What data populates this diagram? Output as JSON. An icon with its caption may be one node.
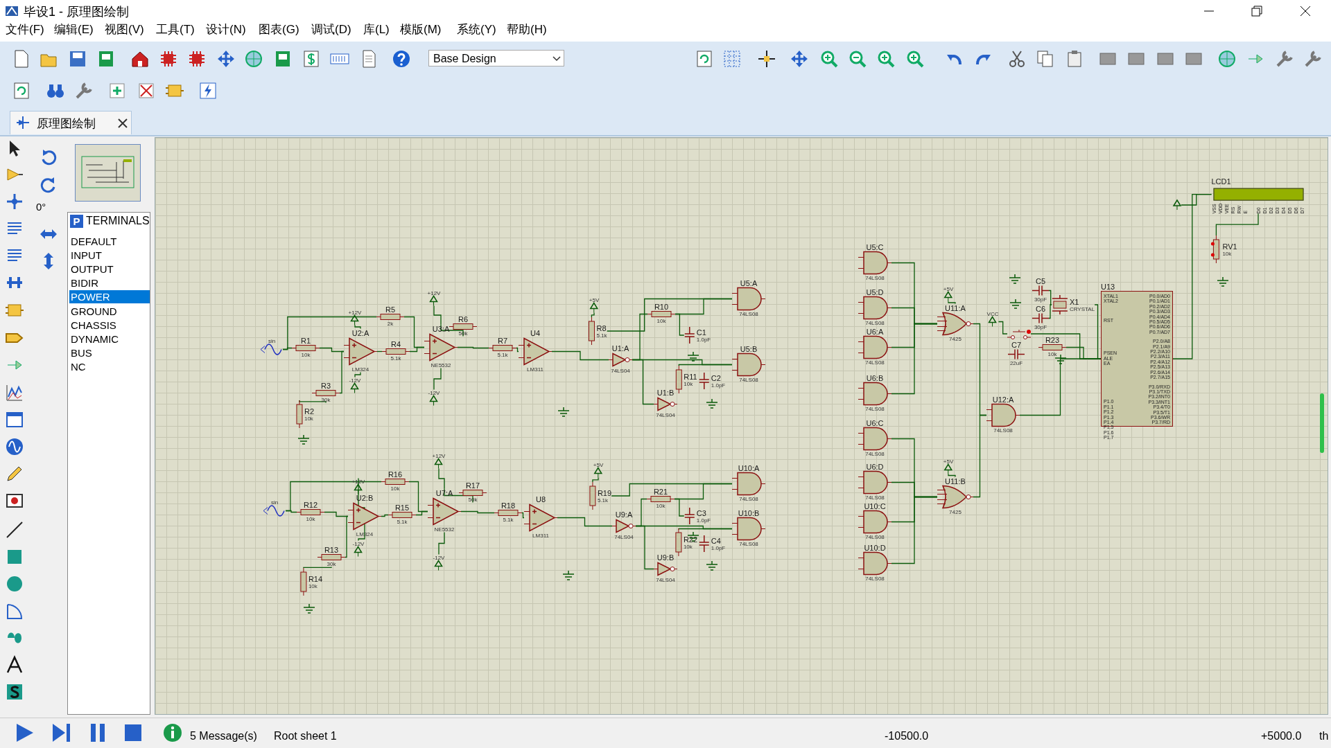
{
  "diagram": {
    "nodes": [
      {
        "text": [
          "sin"
        ]
      },
      {
        "text": [
          "R1",
          "10k"
        ]
      },
      {
        "text": [
          "+12V"
        ]
      },
      {
        "text": [
          "U2:A",
          "LM324"
        ]
      },
      {
        "text": [
          "-12V"
        ]
      },
      {
        "text": [
          "R5",
          "2k"
        ]
      },
      {
        "text": [
          "R4",
          "5.1k"
        ]
      },
      {
        "text": [
          "R3",
          "30k"
        ]
      },
      {
        "text": [
          "R2",
          "10k"
        ]
      },
      {
        "text": [
          "+12V"
        ]
      },
      {
        "text": [
          "U3:A",
          "NE5532"
        ]
      },
      {
        "text": [
          "-12V"
        ]
      },
      {
        "text": [
          "R6",
          "50k"
        ]
      },
      {
        "text": [
          "R7",
          "5.1k"
        ]
      },
      {
        "text": [
          "U4",
          "LM311"
        ]
      },
      {
        "text": [
          "+5V"
        ]
      },
      {
        "text": [
          "R8",
          "5.1k"
        ]
      },
      {
        "text": [
          "U1:A",
          "74LS04"
        ]
      },
      {
        "text": [
          "R10",
          "10k"
        ]
      },
      {
        "text": [
          "C1",
          "1.0pF"
        ]
      },
      {
        "text": [
          "U5:A",
          "74LS08"
        ]
      },
      {
        "text": [
          "U5:B",
          "74LS08"
        ]
      },
      {
        "text": [
          "R11",
          "10k"
        ]
      },
      {
        "text": [
          "C2",
          "1.0pF"
        ]
      },
      {
        "text": [
          "U1:B",
          "74LS04"
        ]
      },
      {
        "text": [
          "U5:C",
          "74LS08"
        ]
      },
      {
        "text": [
          "U5:D",
          "74LS08"
        ]
      },
      {
        "text": [
          "U6:A",
          "74LS08"
        ]
      },
      {
        "text": [
          "+5V"
        ]
      },
      {
        "text": [
          "U11:A",
          "7425"
        ]
      },
      {
        "text": [
          "U6:B",
          "74LS08"
        ]
      },
      {
        "text": [
          "U6:C",
          "74LS08"
        ]
      },
      {
        "text": [
          "U12:A",
          "74LS08"
        ]
      },
      {
        "text": [
          "U6:D",
          "74LS08"
        ]
      },
      {
        "text": [
          "+5V"
        ]
      },
      {
        "text": [
          "U11:B",
          "7425"
        ]
      },
      {
        "text": [
          "U10:C",
          "74LS08"
        ]
      },
      {
        "text": [
          "U10:D",
          "74LS08"
        ]
      },
      {
        "text": [
          "sin"
        ]
      },
      {
        "text": [
          "R16",
          "10k"
        ]
      },
      {
        "text": [
          "+12V"
        ]
      },
      {
        "text": [
          "R12",
          "10k"
        ]
      },
      {
        "text": [
          "U2:B",
          "LM324"
        ]
      },
      {
        "text": [
          "-12V"
        ]
      },
      {
        "text": [
          "R15",
          "5.1k"
        ]
      },
      {
        "text": [
          "R13",
          "30k"
        ]
      },
      {
        "text": [
          "R14",
          "10k"
        ]
      },
      {
        "text": [
          "+12V"
        ]
      },
      {
        "text": [
          "U7:A",
          "NE5532"
        ]
      },
      {
        "text": [
          "-12V"
        ]
      },
      {
        "text": [
          "R17",
          "50k"
        ]
      },
      {
        "text": [
          "R18",
          "5.1k"
        ]
      },
      {
        "text": [
          "U8",
          "LM311"
        ]
      },
      {
        "text": [
          "+5V"
        ]
      },
      {
        "text": [
          "R19",
          "5.1k"
        ]
      },
      {
        "text": [
          "U9:A",
          "74LS04"
        ]
      },
      {
        "text": [
          "R21",
          "10k"
        ]
      },
      {
        "text": [
          "C3",
          "1.0pF"
        ]
      },
      {
        "text": [
          "U10:A",
          "74LS08"
        ]
      },
      {
        "text": [
          "U10:B",
          "74LS08"
        ]
      },
      {
        "text": [
          "R22",
          "10k"
        ]
      },
      {
        "text": [
          "C4",
          "1.0pF"
        ]
      },
      {
        "text": [
          "U9:B",
          "74LS04"
        ]
      },
      {
        "text": [
          "LCD1",
          "VSS",
          "VDD",
          "VEE",
          "RS",
          "RW",
          "E",
          "D0",
          "D1",
          "D2",
          "D3",
          "D4",
          "D5",
          "D6",
          "D7"
        ]
      },
      {
        "text": [],
        "shape": "triangle"
      },
      {
        "text": [
          "RV1",
          "10k"
        ]
      },
      {
        "text": [
          "C5",
          "30pF"
        ]
      },
      {
        "text": [
          "X1",
          "CRYSTAL"
        ]
      },
      {
        "text": [
          "C6",
          "30pF"
        ]
      },
      {
        "text": [
          "U13",
          "XTAL1",
          "XTAL2",
          "RST",
          "PSEN",
          "ALE",
          "EA",
          "P1.0",
          "P1.1",
          "P1.2",
          "P1.3",
          "P1.4",
          "P1.5",
          "P1.6",
          "P1.7",
          "P0.0/AD0",
          "P0.1/AD1",
          "P0.2/AD2",
          "P0.3/AD3",
          "P0.4/AD4",
          "P0.5/AD5",
          "P0.6/AD6",
          "P0.7/AD7",
          "P2.0/A8",
          "P2.1/A9",
          "P2.2/A10",
          "P2.3/A11",
          "P2.4/A12",
          "P2.5/A13",
          "P2.6/A14",
          "P2.7/A15",
          "P3.0/RXD",
          "P3.1/TXD",
          "P3.2/INT0",
          "P3.3/INT1",
          "P3.4/T0",
          "P3.5/T1",
          "P3.6/WR",
          "P3.7/RD"
        ]
      },
      {
        "text": [
          "VCC"
        ]
      },
      {
        "text": [],
        "shape": "switch"
      },
      {
        "text": [
          "C7",
          "22uF"
        ]
      },
      {
        "text": [
          "R23",
          "10k"
        ]
      }
    ],
    "edges": [
      {
        "from": 0,
        "to": 1,
        "arrow": "none"
      },
      {
        "from": 1,
        "to": 3,
        "arrow": "none"
      },
      {
        "from": 2,
        "to": 3,
        "arrow": "none"
      },
      {
        "from": 3,
        "to": 4,
        "arrow": "none"
      },
      {
        "from": 3,
        "to": 6,
        "arrow": "none"
      },
      {
        "from": 7,
        "to": 3,
        "arrow": "none"
      },
      {
        "from": 8,
        "to": 7,
        "arrow": "none"
      },
      {
        "from": 0,
        "to": 5,
        "arrow": "none"
      },
      {
        "from": 5,
        "to": 10,
        "arrow": "none"
      },
      {
        "from": 6,
        "to": 10,
        "arrow": "none"
      },
      {
        "from": 9,
        "to": 10,
        "arrow": "none"
      },
      {
        "from": 10,
        "to": 11,
        "arrow": "none"
      },
      {
        "from": 10,
        "to": 12,
        "arrow": "none"
      },
      {
        "from": 10,
        "to": 13,
        "arrow": "none"
      },
      {
        "from": 13,
        "to": 14,
        "arrow": "none"
      },
      {
        "from": 14,
        "to": 17,
        "arrow": "none"
      },
      {
        "from": 15,
        "to": 16,
        "arrow": "none"
      },
      {
        "from": 16,
        "to": 20,
        "arrow": "none"
      },
      {
        "from": 17,
        "to": 18,
        "arrow": "none"
      },
      {
        "from": 18,
        "to": 20,
        "arrow": "none"
      },
      {
        "from": 18,
        "to": 19,
        "arrow": "none"
      },
      {
        "from": 17,
        "to": 21,
        "arrow": "none"
      },
      {
        "from": 17,
        "to": 24,
        "arrow": "none"
      },
      {
        "from": 22,
        "to": 21,
        "arrow": "none"
      },
      {
        "from": 25,
        "to": 29,
        "arrow": "none"
      },
      {
        "from": 26,
        "to": 29,
        "arrow": "none"
      },
      {
        "from": 27,
        "to": 29,
        "arrow": "none"
      },
      {
        "from": 30,
        "to": 29,
        "arrow": "none"
      },
      {
        "from": 28,
        "to": 29,
        "arrow": "none"
      },
      {
        "from": 31,
        "to": 35,
        "arrow": "none"
      },
      {
        "from": 33,
        "to": 35,
        "arrow": "none"
      },
      {
        "from": 36,
        "to": 35,
        "arrow": "none"
      },
      {
        "from": 37,
        "to": 35,
        "arrow": "none"
      },
      {
        "from": 34,
        "to": 35,
        "arrow": "none"
      },
      {
        "from": 29,
        "to": 32,
        "arrow": "none"
      },
      {
        "from": 35,
        "to": 32,
        "arrow": "none"
      },
      {
        "from": 32,
        "to": 69,
        "arrow": "none"
      },
      {
        "from": 38,
        "to": 41,
        "arrow": "none"
      },
      {
        "from": 41,
        "to": 42,
        "arrow": "none"
      },
      {
        "from": 40,
        "to": 42,
        "arrow": "none"
      },
      {
        "from": 42,
        "to": 43,
        "arrow": "none"
      },
      {
        "from": 42,
        "to": 44,
        "arrow": "none"
      },
      {
        "from": 45,
        "to": 42,
        "arrow": "none"
      },
      {
        "from": 46,
        "to": 45,
        "arrow": "none"
      },
      {
        "from": 38,
        "to": 39,
        "arrow": "none"
      },
      {
        "from": 39,
        "to": 48,
        "arrow": "none"
      },
      {
        "from": 44,
        "to": 48,
        "arrow": "none"
      },
      {
        "from": 47,
        "to": 48,
        "arrow": "none"
      },
      {
        "from": 48,
        "to": 49,
        "arrow": "none"
      },
      {
        "from": 48,
        "to": 50,
        "arrow": "none"
      },
      {
        "from": 48,
        "to": 51,
        "arrow": "none"
      },
      {
        "from": 51,
        "to": 52,
        "arrow": "none"
      },
      {
        "from": 52,
        "to": 55,
        "arrow": "none"
      },
      {
        "from": 53,
        "to": 54,
        "arrow": "none"
      },
      {
        "from": 54,
        "to": 58,
        "arrow": "none"
      },
      {
        "from": 55,
        "to": 56,
        "arrow": "none"
      },
      {
        "from": 56,
        "to": 58,
        "arrow": "none"
      },
      {
        "from": 56,
        "to": 57,
        "arrow": "none"
      },
      {
        "from": 55,
        "to": 59,
        "arrow": "none"
      },
      {
        "from": 55,
        "to": 62,
        "arrow": "none"
      },
      {
        "from": 60,
        "to": 59,
        "arrow": "none"
      },
      {
        "from": 64,
        "to": 63,
        "arrow": "none"
      },
      {
        "from": 65,
        "to": 63,
        "arrow": "none"
      },
      {
        "from": 69,
        "to": 63,
        "arrow": "none"
      },
      {
        "from": 66,
        "to": 67,
        "arrow": "none"
      },
      {
        "from": 68,
        "to": 67,
        "arrow": "none"
      },
      {
        "from": 67,
        "to": 69,
        "arrow": "none"
      },
      {
        "from": 70,
        "to": 71,
        "arrow": "none"
      },
      {
        "from": 71,
        "to": 69,
        "arrow": "none"
      },
      {
        "from": 73,
        "to": 69,
        "arrow": "none"
      }
    ],
    "labels": [
      "毕设1 - 原理图绘制",
      "文件(F)",
      "编辑(E)",
      "视图(V)",
      "工具(T)",
      "设计(N)",
      "图表(G)",
      "调试(D)",
      "库(L)",
      "模版(M)",
      "系统(Y)",
      "帮助(H)",
      "Base Design",
      "原理图绘制",
      "0°",
      "P",
      "TERMINALS",
      "DEFAULT",
      "INPUT",
      "OUTPUT",
      "BIDIR",
      "POWER",
      "GROUND",
      "CHASSIS",
      "DYNAMIC",
      "BUS",
      "NC",
      "5 Message(s)",
      "Root sheet 1",
      "-10500.0",
      "+5000.0",
      "th"
    ]
  }
}
